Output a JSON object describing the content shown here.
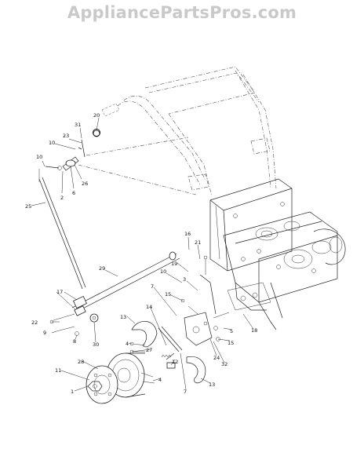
{
  "watermark": "AppliancePartsPros.com",
  "callouts": [
    {
      "id": "c20",
      "text": "20"
    },
    {
      "id": "c31",
      "text": "31"
    },
    {
      "id": "c23",
      "text": "23"
    },
    {
      "id": "c10a",
      "text": "10"
    },
    {
      "id": "c10b",
      "text": "10"
    },
    {
      "id": "c2",
      "text": "2"
    },
    {
      "id": "c6",
      "text": "6"
    },
    {
      "id": "c26",
      "text": "26"
    },
    {
      "id": "c25",
      "text": "25"
    },
    {
      "id": "c16",
      "text": "16"
    },
    {
      "id": "c21",
      "text": "21"
    },
    {
      "id": "c19",
      "text": "19"
    },
    {
      "id": "c29",
      "text": "29"
    },
    {
      "id": "c10c",
      "text": "10"
    },
    {
      "id": "c3",
      "text": "3"
    },
    {
      "id": "c7a",
      "text": "7"
    },
    {
      "id": "c15a",
      "text": "15"
    },
    {
      "id": "c17",
      "text": "17"
    },
    {
      "id": "c22",
      "text": "22"
    },
    {
      "id": "c9",
      "text": "9"
    },
    {
      "id": "c8",
      "text": "8"
    },
    {
      "id": "c30",
      "text": "30"
    },
    {
      "id": "c14",
      "text": "14"
    },
    {
      "id": "c13a",
      "text": "13"
    },
    {
      "id": "c5",
      "text": "5"
    },
    {
      "id": "c18",
      "text": "18"
    },
    {
      "id": "c15b",
      "text": "15"
    },
    {
      "id": "c24",
      "text": "24"
    },
    {
      "id": "c4a",
      "text": "4"
    },
    {
      "id": "c27",
      "text": "27"
    },
    {
      "id": "c12",
      "text": "12"
    },
    {
      "id": "c32",
      "text": "32"
    },
    {
      "id": "c28",
      "text": "28"
    },
    {
      "id": "c11",
      "text": "11"
    },
    {
      "id": "c4b",
      "text": "4"
    },
    {
      "id": "c7b",
      "text": "7"
    },
    {
      "id": "c13b",
      "text": "13"
    },
    {
      "id": "c1",
      "text": "1"
    }
  ]
}
